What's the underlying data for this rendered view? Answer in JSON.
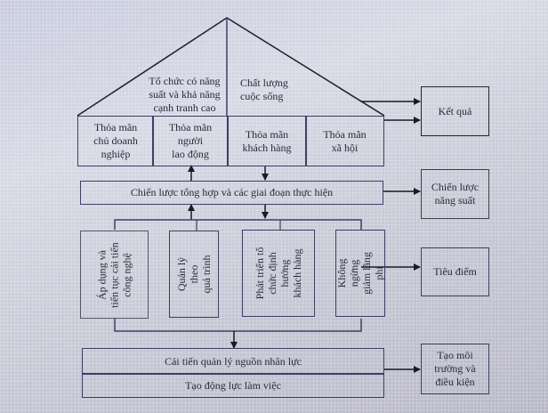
{
  "roof": {
    "left_text": "Tổ chức có năng\nsuất và khả năng\ncạnh tranh cao",
    "right_text": "Chất      lượng\ncuộc sống"
  },
  "satisfaction": [
    {
      "label": "Thỏa mãn\nchủ doanh\nnghiệp"
    },
    {
      "label": "Thỏa mãn\nngười\nlao động"
    },
    {
      "label": "Thỏa mãn\nkhách hàng"
    },
    {
      "label": "Thỏa mãn\nxã hội"
    }
  ],
  "strategy": {
    "label": "Chiến lược tổng hợp và các giai đoạn thực hiện"
  },
  "focus": [
    {
      "label": "Áp dụng và\ntiến tục cải tiến\ncông nghệ"
    },
    {
      "label": "Quản lý theo\nquá trình"
    },
    {
      "label": "Phát triển tổ\nchức định hướng\nkhách hàng"
    },
    {
      "label": "Không ngừng\ngiảm lãng phí"
    }
  ],
  "hr": {
    "top": "Cải tiến quản lý nguồn nhân lực",
    "bottom": "Tạo động lực làm việc"
  },
  "side": {
    "result": "Kết quả",
    "strategy": "Chiến lược\nnăng suất",
    "focus": "Tiêu điểm",
    "environment": "Tạo môi\ntrường và\nđiều kiện"
  }
}
